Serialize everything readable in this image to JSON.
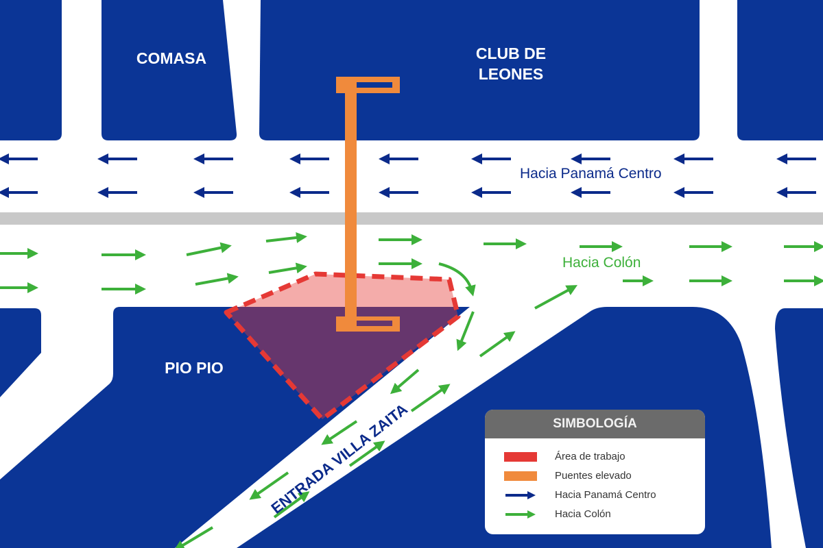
{
  "labels": {
    "comasa": "COMASA",
    "club_line1": "CLUB DE",
    "club_line2": "LEONES",
    "pio_pio": "PIO PIO",
    "villa_zaita": "ENTRADA VILLA ZAITA",
    "towards_panama": "Hacia Panamá Centro",
    "towards_colon": "Hacia Colón"
  },
  "legend": {
    "title": "SIMBOLOGÍA",
    "items": [
      {
        "label": "Área de trabajo",
        "color": "#e53935",
        "symbol": "bar"
      },
      {
        "label": "Puentes elevado",
        "color": "#f08a3c",
        "symbol": "bar"
      },
      {
        "label": "Hacia Panamá Centro",
        "color": "#0b2a8a",
        "symbol": "arrow"
      },
      {
        "label": "Hacia Colón",
        "color": "#3db03a",
        "symbol": "arrow"
      }
    ]
  },
  "colors": {
    "block": "#0b3596",
    "road": "#ffffff",
    "median": "#c8c8c8",
    "work_area": "#e53935",
    "bridge": "#f08a3c",
    "panama": "#0b2a8a",
    "colon": "#3db03a"
  }
}
